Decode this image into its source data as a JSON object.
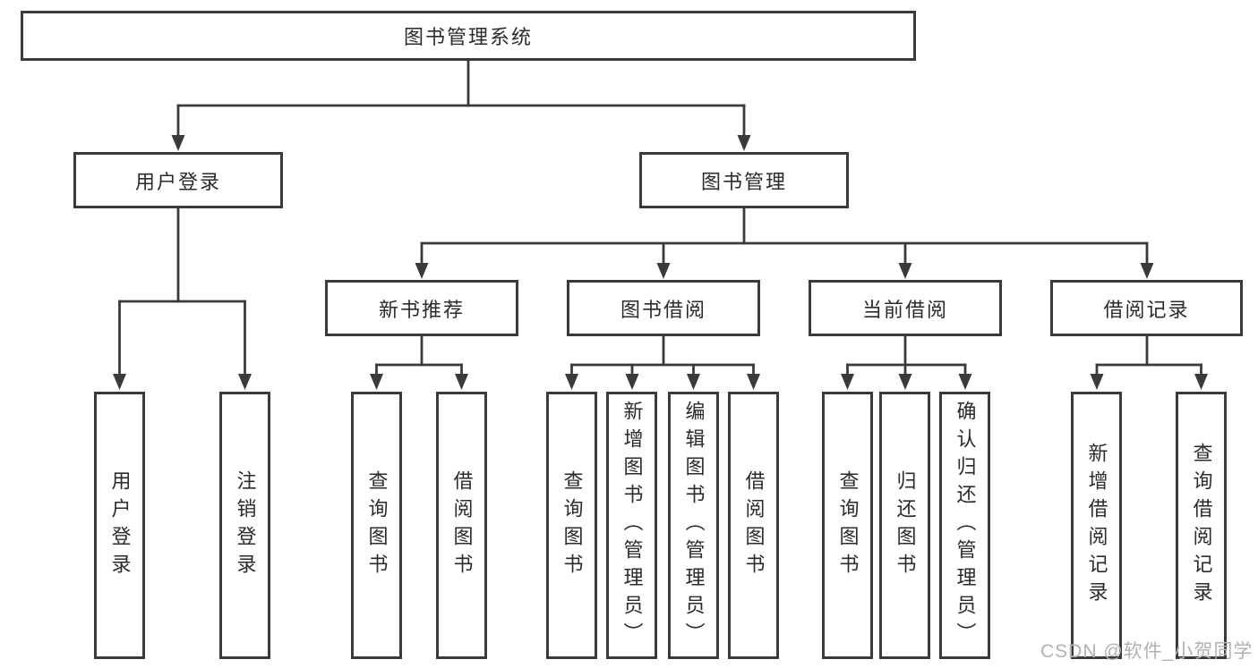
{
  "diagram": {
    "root": {
      "label": "图书管理系统"
    },
    "branches": [
      {
        "label": "用户登录",
        "children": [
          {
            "label": "用户登录"
          },
          {
            "label": "注销登录"
          }
        ]
      },
      {
        "label": "图书管理",
        "children": [
          {
            "label": "新书推荐",
            "children": [
              {
                "label": "查询图书"
              },
              {
                "label": "借阅图书"
              }
            ]
          },
          {
            "label": "图书借阅",
            "children": [
              {
                "label": "查询图书"
              },
              {
                "label": "新增图书（管理员）"
              },
              {
                "label": "编辑图书（管理员）"
              },
              {
                "label": "借阅图书"
              }
            ]
          },
          {
            "label": "当前借阅",
            "children": [
              {
                "label": "查询图书"
              },
              {
                "label": "归还图书"
              },
              {
                "label": "确认归还（管理员）"
              }
            ]
          },
          {
            "label": "借阅记录",
            "children": [
              {
                "label": "新增借阅记录"
              },
              {
                "label": "查询借阅记录"
              }
            ]
          }
        ]
      }
    ],
    "watermark": "CSDN @软件_小贺同学",
    "colors": {
      "line": "#3a3a3a",
      "box_border": "#3a3a3a",
      "box_fill": "#ffffff",
      "text": "#2b2b2b",
      "watermark": "#b2b2b2",
      "background": "#ffffff"
    }
  }
}
